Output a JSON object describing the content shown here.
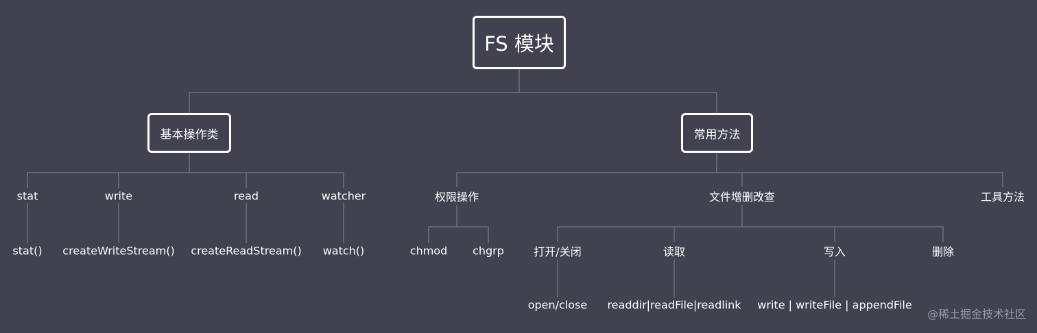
{
  "diagram": {
    "root": "FS 模块",
    "branches": {
      "basic": {
        "label": "基本操作类",
        "children": {
          "stat": {
            "label": "stat",
            "leaf": "stat()"
          },
          "write": {
            "label": "write",
            "leaf": "createWriteStream()"
          },
          "read": {
            "label": "read",
            "leaf": "createReadStream()"
          },
          "watcher": {
            "label": "watcher",
            "leaf": "watch()"
          }
        }
      },
      "common": {
        "label": "常用方法",
        "children": {
          "permission": {
            "label": "权限操作",
            "leaves": [
              "chmod",
              "chgrp"
            ]
          },
          "crud": {
            "label": "文件增删改查",
            "children": {
              "open": {
                "label": "打开/关闭",
                "leaf": "open/close"
              },
              "read": {
                "label": "读取",
                "leaf": "readdir|readFile|readlink"
              },
              "write": {
                "label": "写入",
                "leaf": "write | writeFile | appendFile"
              },
              "delete": {
                "label": "删除"
              }
            }
          },
          "tools": {
            "label": "工具方法"
          }
        }
      }
    }
  },
  "watermark": "@稀土掘金技术社区",
  "colors": {
    "background": "#414150",
    "node_border": "#ffffff",
    "text": "#ffffff",
    "connector": "#6e6e7c",
    "watermark": "#9a9aa5"
  }
}
